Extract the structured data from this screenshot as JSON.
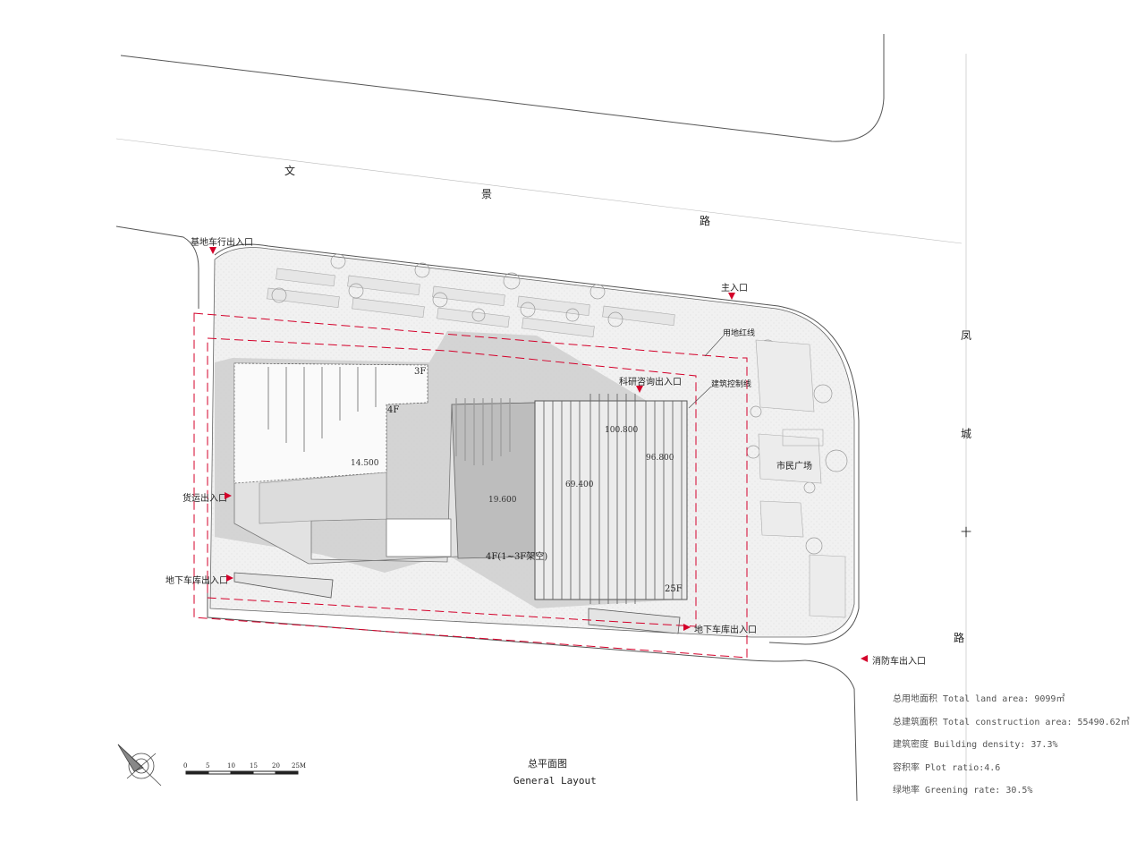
{
  "roads": {
    "wenjing": [
      "文",
      "景",
      "路"
    ],
    "fengcheng": [
      "凤",
      "城",
      "十",
      "路"
    ]
  },
  "labels": {
    "site_vehicle_entry": "基地车行出入口",
    "main_entry": "主入口",
    "land_red_line": "用地红线",
    "research_entry": "科研咨询出入口",
    "building_control_line": "建筑控制线",
    "civic_plaza": "市民广场",
    "freight_entry": "货运出入口",
    "garage_entry_west": "地下车库出入口",
    "garage_entry_south": "地下车库出入口",
    "fire_truck_entry": "消防车出入口"
  },
  "floors": {
    "f3": "3F",
    "f4": "4F",
    "f4_stilts": "4F(1~3F架空)",
    "f25": "25F"
  },
  "heights": {
    "h14": "14.500",
    "h19": "19.600",
    "h69": "69.400",
    "h100": "100.800",
    "h96": "96.800"
  },
  "stats": {
    "land_area": "总用地面积 Total land area: 9099㎡",
    "construction_area": "总建筑面积 Total construction area:  55490.62㎡",
    "density": "建筑密度 Building density: 37.3%",
    "plot_ratio": "容积率 Plot ratio:4.6",
    "greening": "绿地率 Greening rate: 30.5%"
  },
  "title": {
    "cn": "总平面图",
    "en": "General Layout"
  },
  "scale_bar": [
    "0",
    "5",
    "10",
    "15",
    "20",
    "25M"
  ],
  "colors": {
    "entry_marker": "#d4002a",
    "red_line": "#d4002a",
    "linework": "#444444",
    "shadow": "#c8c8c8"
  }
}
